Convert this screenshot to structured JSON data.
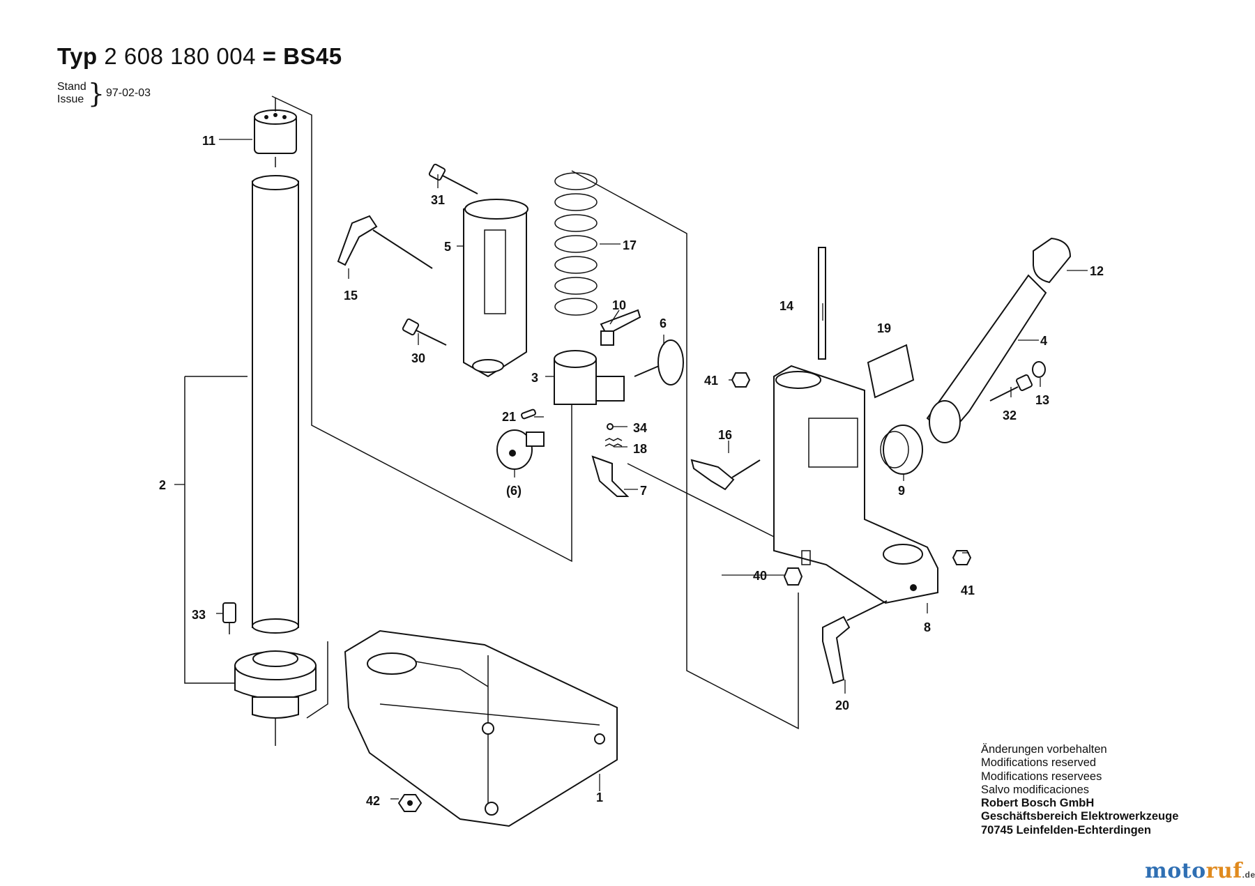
{
  "header": {
    "typ_label": "Typ",
    "part_number": "2 608 180 004",
    "equals": "=",
    "model": "BS45",
    "stand_label": "Stand",
    "issue_label": "Issue",
    "date": "97-02-03"
  },
  "callouts": {
    "c1": "1",
    "c2": "2",
    "c3": "3",
    "c4": "4",
    "c5": "5",
    "c6": "6",
    "c6b": "(6)",
    "c7": "7",
    "c8": "8",
    "c9": "9",
    "c10": "10",
    "c11": "11",
    "c12": "12",
    "c13": "13",
    "c14": "14",
    "c15": "15",
    "c16": "16",
    "c17": "17",
    "c18": "18",
    "c19": "19",
    "c20": "20",
    "c21": "21",
    "c30": "30",
    "c31": "31",
    "c32": "32",
    "c33": "33",
    "c34": "34",
    "c40": "40",
    "c41a": "41",
    "c41b": "41",
    "c42": "42"
  },
  "notice": {
    "line1": "Änderungen vorbehalten",
    "line2": "Modifications reserved",
    "line3": "Modifications reservees",
    "line4": "Salvo modificaciones",
    "company": "Robert Bosch GmbH",
    "division": "Geschäftsbereich Elektrowerkzeuge",
    "address": "70745 Leinfelden-Echterdingen"
  },
  "watermark": {
    "part1": "moto",
    "part2": "ruf",
    "tld": ".de"
  }
}
